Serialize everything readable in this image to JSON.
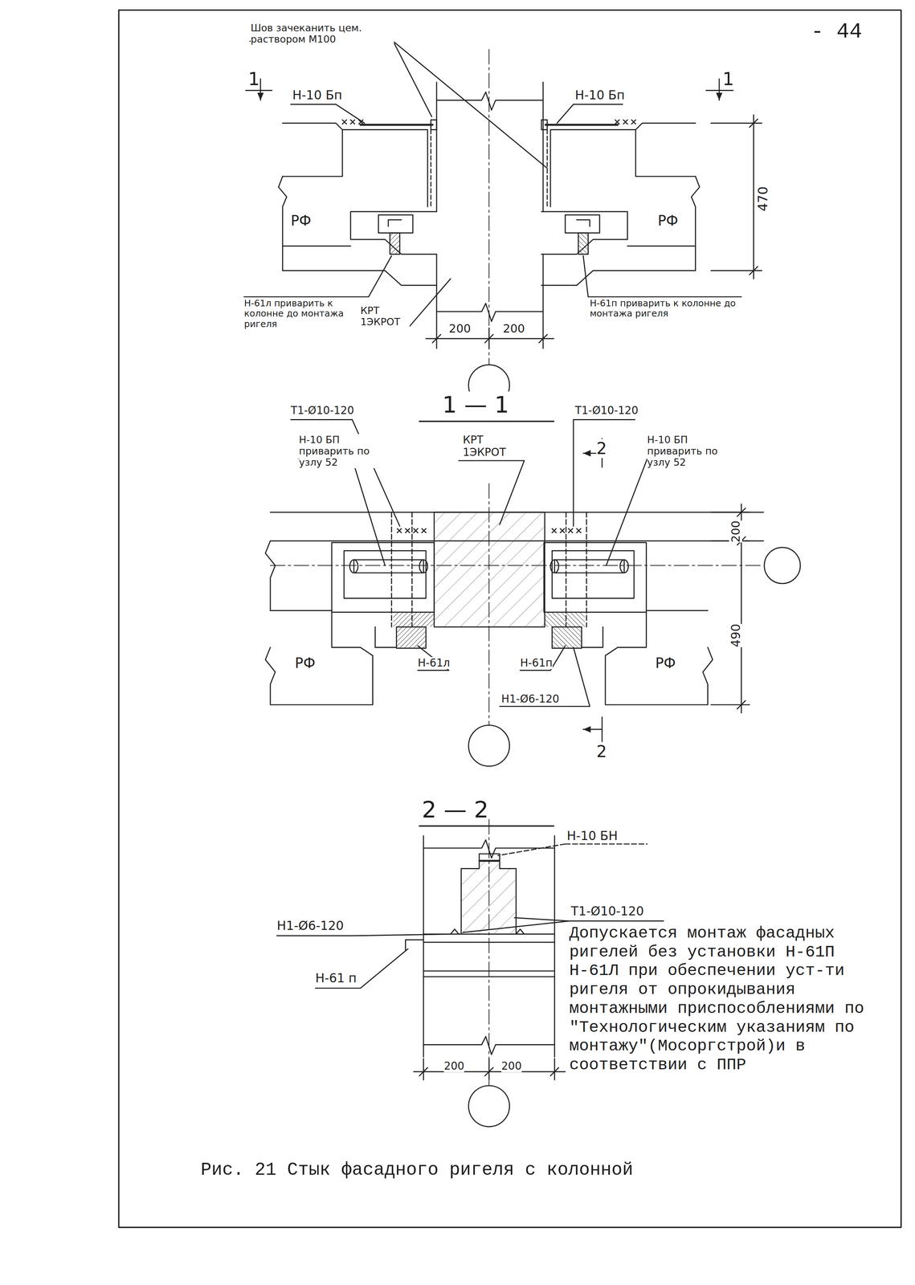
{
  "diagram": {
    "caption": "Рис. 21 Стык фасадного ригеля с колонной",
    "labels": [
      "- 44",
      "Шов зачеканить цем. раствором М100",
      "1",
      "Н-10 Бп",
      "Н-10 Бп",
      "1",
      "РФ",
      "РФ",
      "470",
      "Н-61л приварить к колонне до монтажа ригеля",
      "КРТ 1ЭКРОТ",
      "Н-61п приварить к колонне до монтажа ригеля",
      "200",
      "200",
      "1 — 1",
      "Т1-Ø10-120",
      "Т1-Ø10-120",
      "Н-10 БП приварить по узлу 52",
      "КРТ 1ЭКРОТ",
      "2",
      "Н-10 БП приварить по узлу 52",
      "200",
      "490",
      "РФ",
      "РФ",
      "Н-61л",
      "Н-61п",
      "Н1-Ø6-120",
      "2",
      "2 — 2",
      "Н-10 БН",
      "Т1-Ø10-120",
      "Н1-Ø6-120",
      "Н-61 п",
      "200",
      "200",
      "Допускается монтаж фасадных ригелей без установки Н-61П Н-61Л при обеспечении уст-ти ригеля от опрокидывания монтажными приспособлениями по \"Технологическим указаниям по монтажу\"(Мосоргстрой)и в соответствии с ППР"
    ]
  }
}
